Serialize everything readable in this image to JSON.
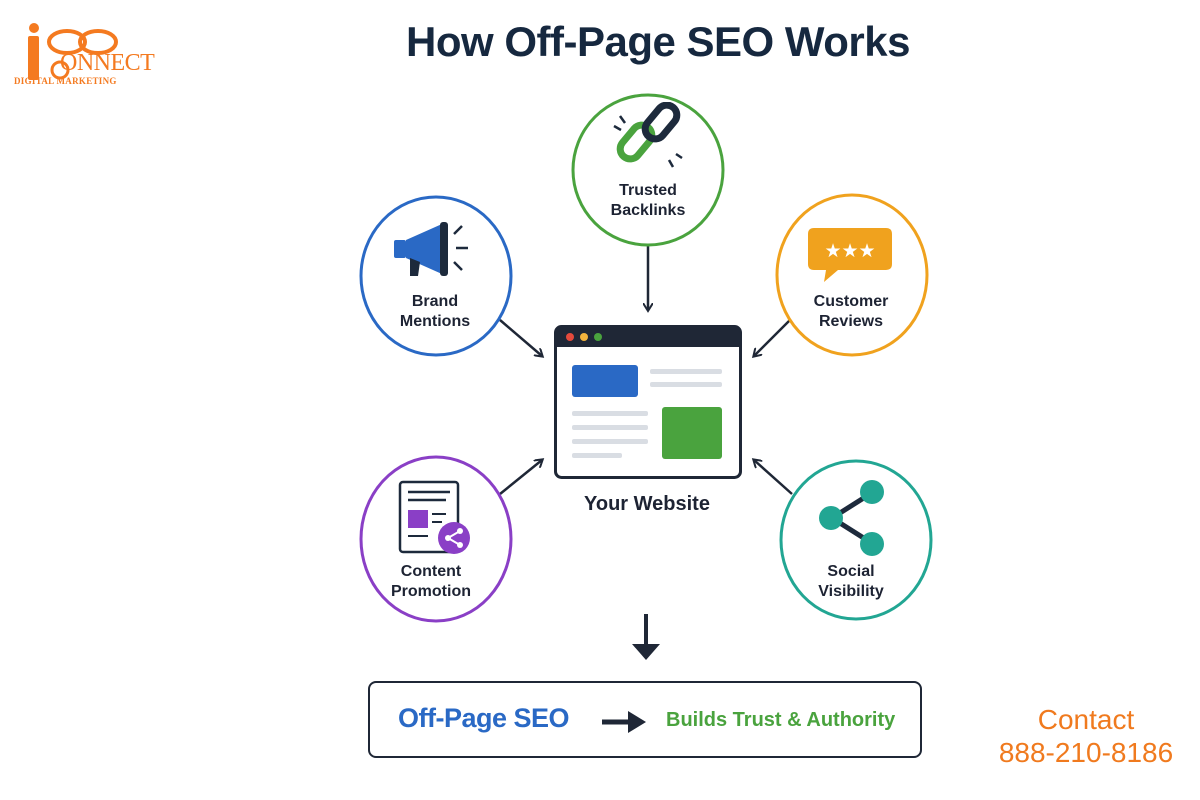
{
  "logo": {
    "brand": "ONNECT",
    "tagline": "DIGITAL MARKETING",
    "color": "#f47a20"
  },
  "title": "How Off-Page SEO Works",
  "hub": {
    "label": "Your Website"
  },
  "nodes": [
    {
      "id": "trusted-backlinks",
      "label_line1": "Trusted",
      "label_line2": "Backlinks",
      "color": "#4aa33e",
      "icon": "chain-link-icon"
    },
    {
      "id": "brand-mentions",
      "label_line1": "Brand",
      "label_line2": "Mentions",
      "color": "#2a69c5",
      "icon": "megaphone-icon"
    },
    {
      "id": "customer-reviews",
      "label_line1": "Customer",
      "label_line2": "Reviews",
      "color": "#f0a21e",
      "icon": "star-review-icon"
    },
    {
      "id": "content-promotion",
      "label_line1": "Content",
      "label_line2": "Promotion",
      "color": "#8a3fc6",
      "icon": "document-share-icon"
    },
    {
      "id": "social-visibility",
      "label_line1": "Social",
      "label_line2": "Visibility",
      "color": "#22a693",
      "icon": "share-network-icon"
    }
  ],
  "result": {
    "left": "Off-Page SEO",
    "right": "Builds Trust & Authority"
  },
  "contact": {
    "label": "Contact",
    "phone": "888-210-8186"
  }
}
